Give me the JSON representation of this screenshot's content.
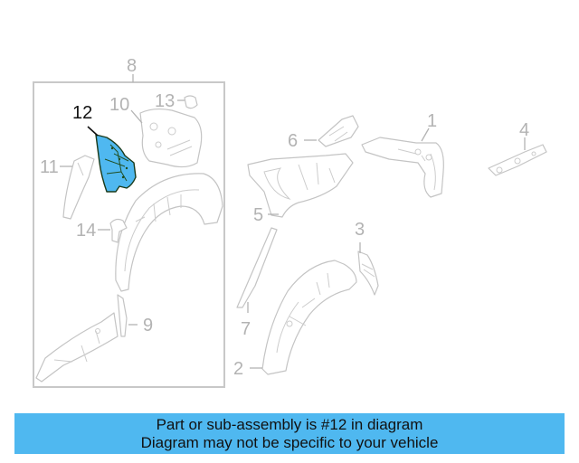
{
  "diagram": {
    "highlighted_part": "12",
    "highlight_color": "#4fb8f0",
    "callouts": [
      {
        "id": "1",
        "label": "1"
      },
      {
        "id": "2",
        "label": "2"
      },
      {
        "id": "3",
        "label": "3"
      },
      {
        "id": "4",
        "label": "4"
      },
      {
        "id": "5",
        "label": "5"
      },
      {
        "id": "6",
        "label": "6"
      },
      {
        "id": "7",
        "label": "7"
      },
      {
        "id": "8",
        "label": "8"
      },
      {
        "id": "9",
        "label": "9"
      },
      {
        "id": "10",
        "label": "10"
      },
      {
        "id": "11",
        "label": "11"
      },
      {
        "id": "12",
        "label": "12"
      },
      {
        "id": "13",
        "label": "13"
      },
      {
        "id": "14",
        "label": "14"
      }
    ]
  },
  "banner": {
    "line1": "Part or sub-assembly is #12 in diagram",
    "line2": "Diagram may not be specific to your vehicle",
    "background": "#4fb8f0"
  }
}
